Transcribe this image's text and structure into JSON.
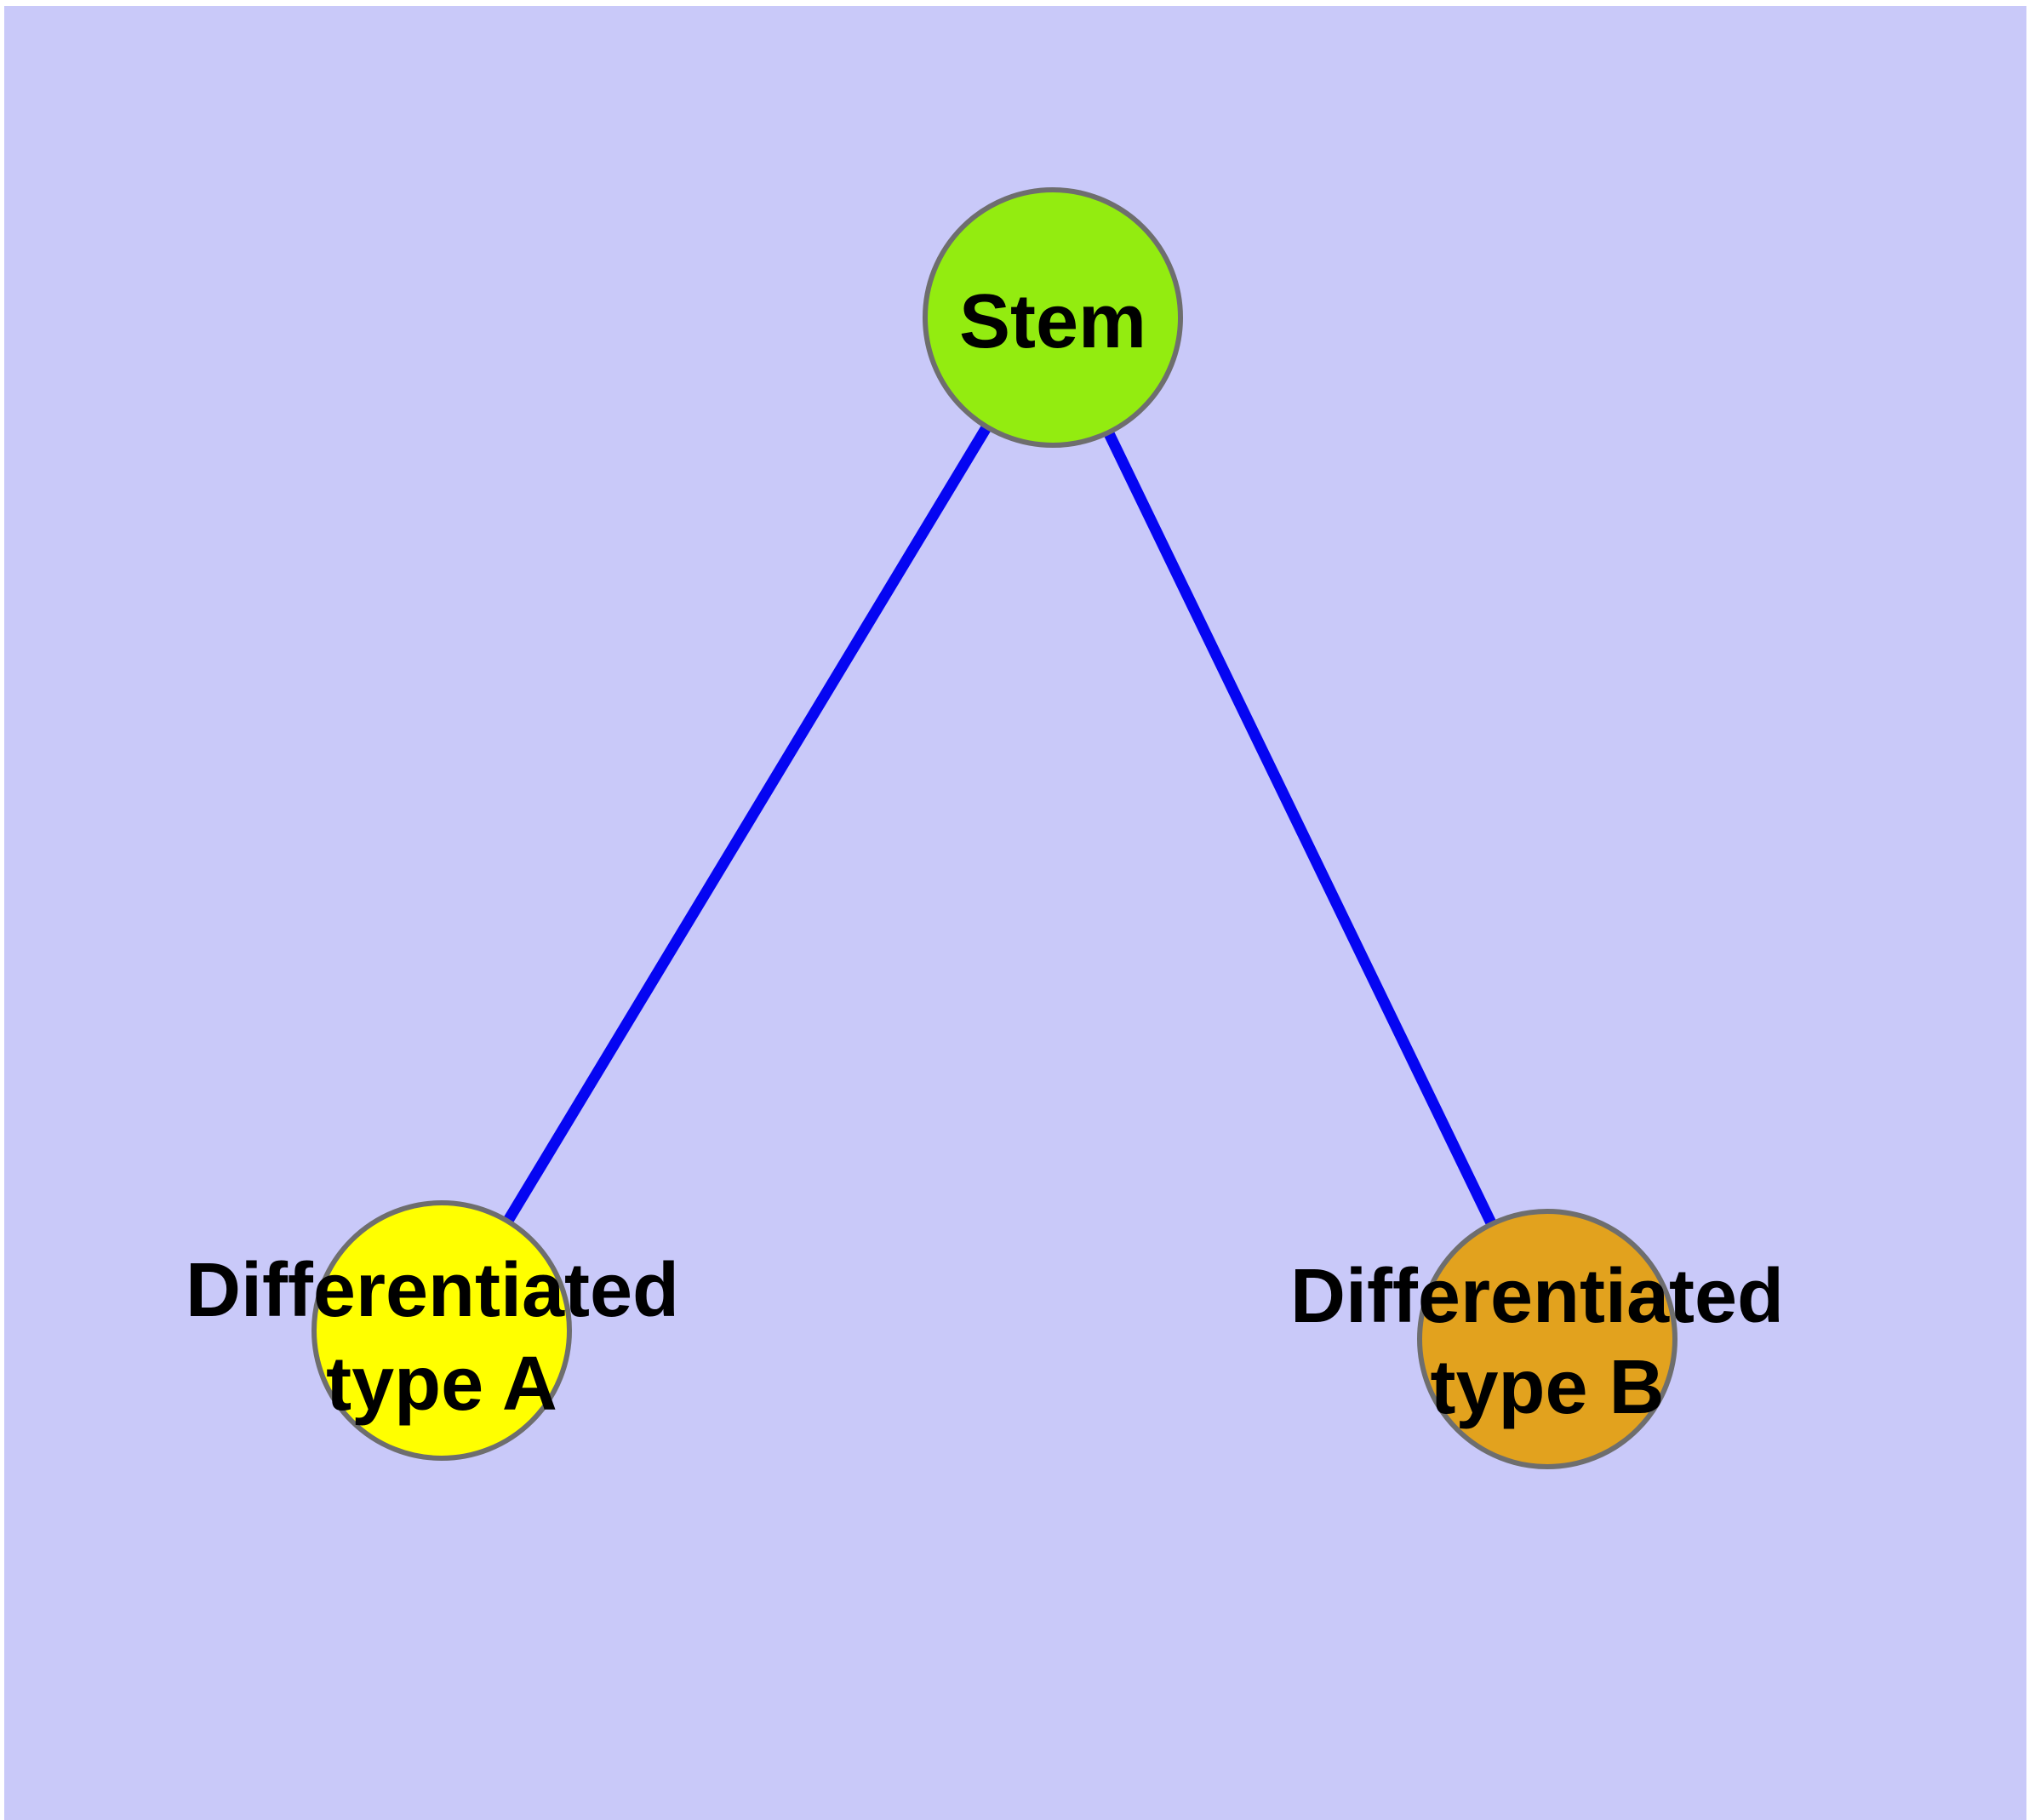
{
  "diagram": {
    "background_color": "#C9C9F9",
    "page_margin_color": "#FFFFFF",
    "edge_color": "#0505F2",
    "node_border_color": "#6E6E6E",
    "label_color": "#000000",
    "nodes": [
      {
        "id": "stem",
        "label": "Stem",
        "fill": "#93EC10"
      },
      {
        "id": "differentiated-type-a",
        "label": "Differentiated type A",
        "label_lines": [
          "Differentiated",
          "type A"
        ],
        "fill": "#FFFF00"
      },
      {
        "id": "differentiated-type-b",
        "label": "Differentiated type B",
        "label_lines": [
          "Differentiated",
          "type B"
        ],
        "fill": "#E2A21E"
      }
    ],
    "edges": [
      {
        "from": "stem",
        "to": "differentiated-type-a"
      },
      {
        "from": "stem",
        "to": "differentiated-type-b"
      }
    ]
  }
}
